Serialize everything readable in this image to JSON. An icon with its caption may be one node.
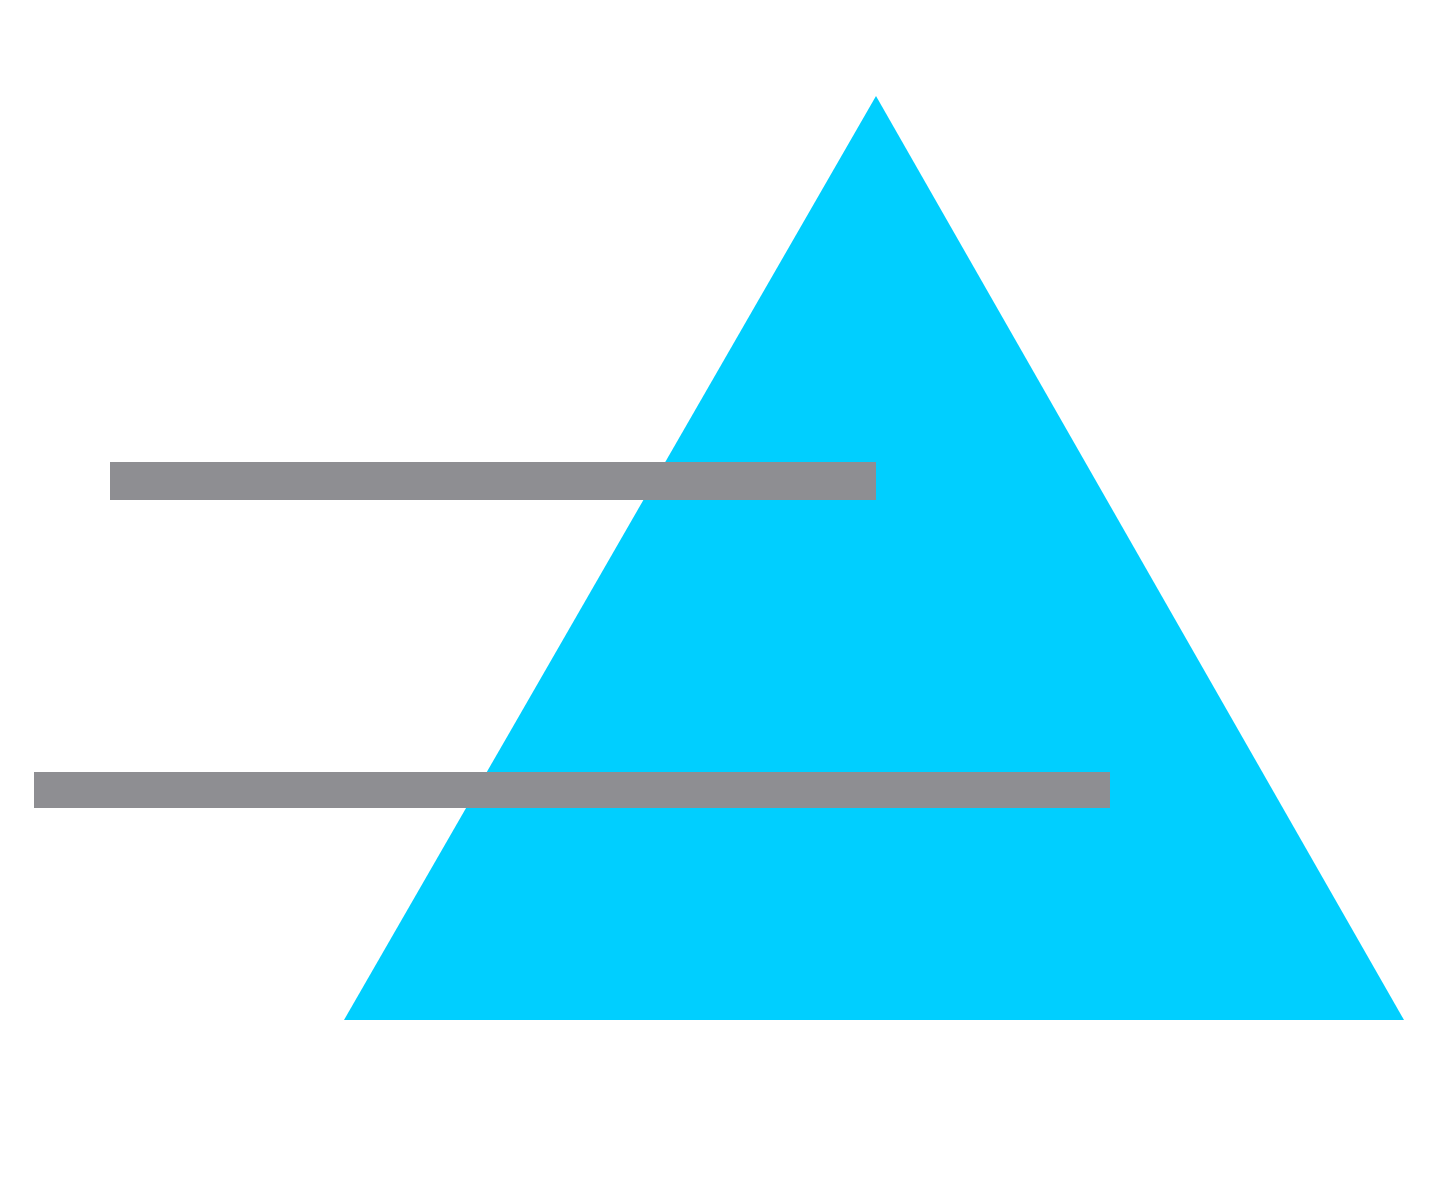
{
  "diagram": {
    "nodes": [
      {
        "text": [],
        "shape": "triangle"
      },
      {
        "text": [],
        "shape": "bar"
      },
      {
        "text": [],
        "shape": "bar"
      }
    ]
  }
}
